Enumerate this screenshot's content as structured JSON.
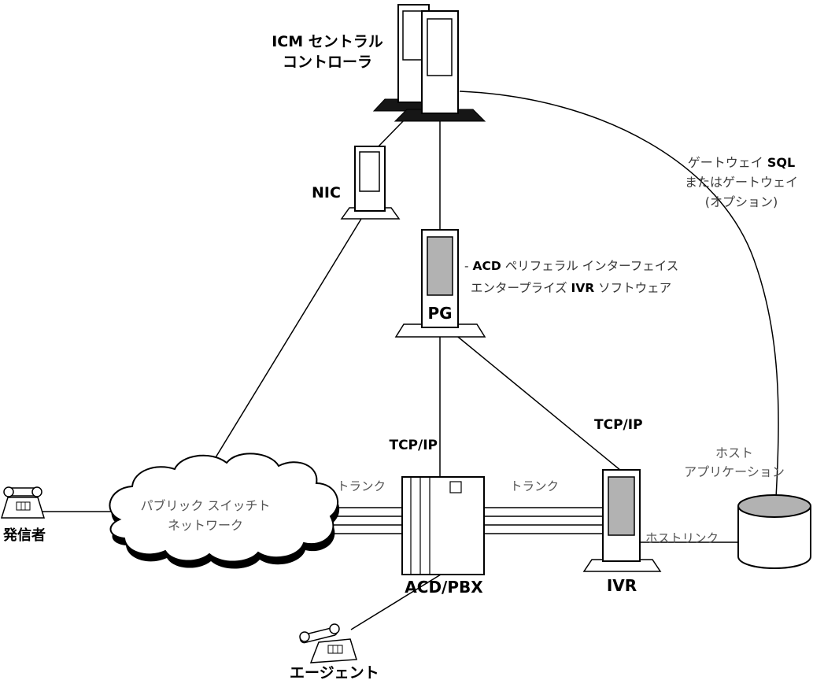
{
  "nodes": {
    "icm": {
      "line1": "ICM セントラル",
      "line2": "コントローラ"
    },
    "nic": {
      "label": "NIC"
    },
    "pg": {
      "label": "PG",
      "note1_pre": "- ",
      "note1_bold": "ACD",
      "note1_post": " ペリフェラル インターフェイス",
      "note2_pre": "エンタープライズ ",
      "note2_bold": "IVR",
      "note2_post": " ソフトウェア"
    },
    "gateway": {
      "line1_pre": "ゲートウェイ ",
      "line1_bold": "SQL",
      "line2": "またはゲートウェイ",
      "line3": "(オプション)"
    },
    "cloud": {
      "line1": "パブリック スイッチト",
      "line2": "ネットワーク"
    },
    "caller": {
      "label": "発信者"
    },
    "acdpbx": {
      "label": "ACD/PBX"
    },
    "ivr": {
      "label": "IVR"
    },
    "host": {
      "line1": "ホスト",
      "line2": "アプリケーション"
    },
    "agent": {
      "label": "エージェント"
    }
  },
  "links": {
    "tcpip_left": "TCP/IP",
    "tcpip_right": "TCP/IP",
    "trunk_left": "トランク",
    "trunk_right": "トランク",
    "hostlink": "ホストリンク"
  },
  "colors": {
    "panel_gray": "#b2b2b2",
    "label_gray": "#555555",
    "line_black": "#000000",
    "background": "#ffffff"
  }
}
